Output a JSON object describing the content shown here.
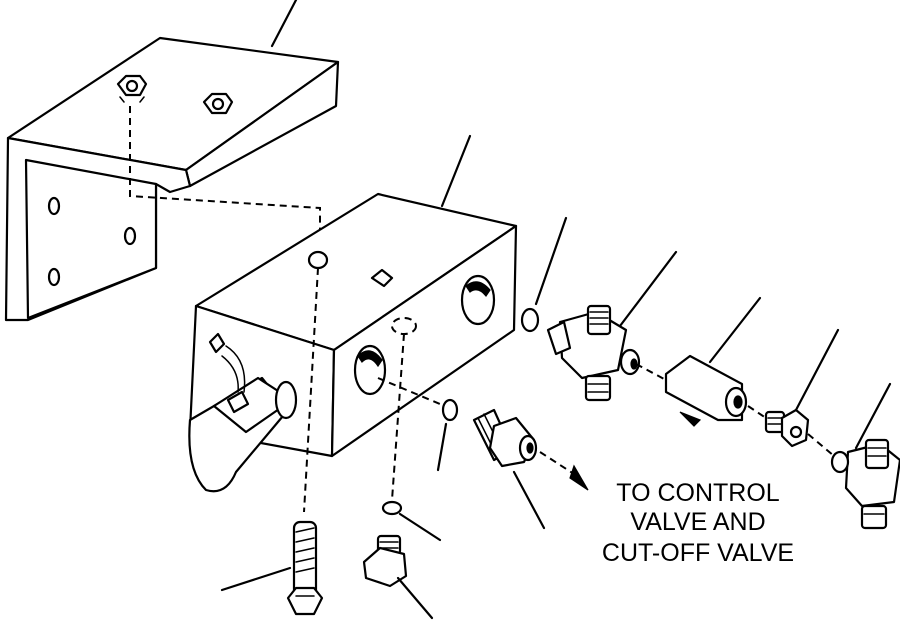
{
  "callout": {
    "line1": "TO CONTROL",
    "line2": "VALVE AND",
    "line3": "CUT-OFF VALVE"
  }
}
